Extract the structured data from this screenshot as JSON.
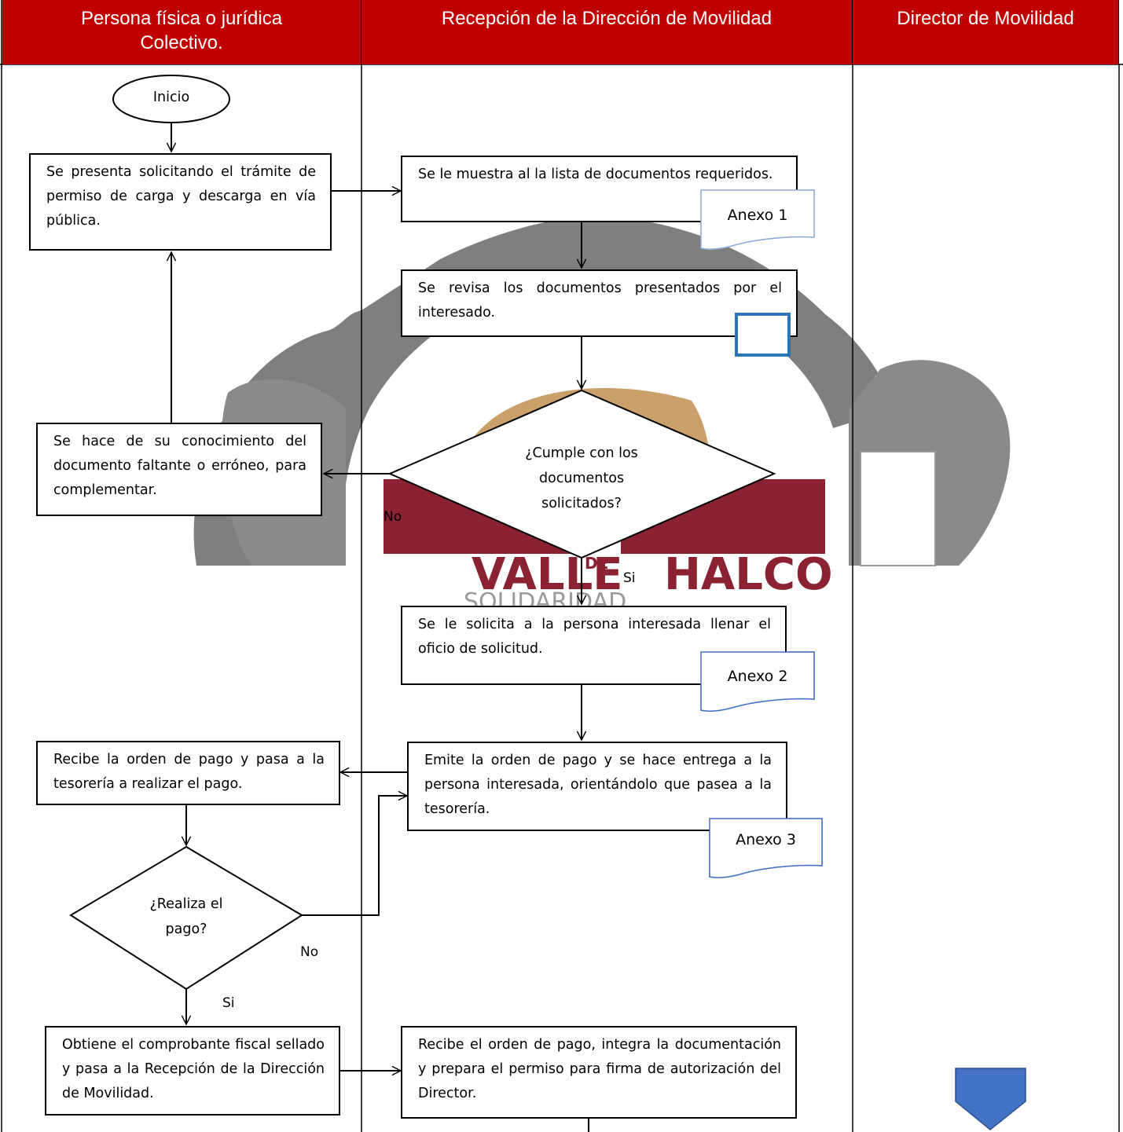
{
  "lanes": [
    {
      "title_lines": [
        "Persona física o jurídica",
        "Colectivo."
      ]
    },
    {
      "title_lines": [
        "Recepción de la Dirección de Movilidad"
      ]
    },
    {
      "title_lines": [
        "Director de Movilidad"
      ]
    }
  ],
  "watermark": {
    "text_main_left": "VALLE",
    "text_de": "DE",
    "text_main_right": "HALCO",
    "text_sub": "SOLIDARIDAD"
  },
  "nodes": {
    "start": "Inicio",
    "present": "Se presenta solicitando el trámite de permiso de carga y descarga en vía pública.",
    "show_list": "Se le muestra al  la lista de documentos requeridos.",
    "annex1": "Anexo 1",
    "review": "Se revisa los documentos presentados por el interesado.",
    "decision1": [
      "¿Cumple con los",
      "documentos",
      "solicitados?"
    ],
    "inform_missing": "Se hace de su conocimiento del documento faltante o erróneo, para complementar.",
    "request_form": "Se le solicita a la persona interesada llenar el oficio de solicitud.",
    "annex2": "Anexo 2",
    "receive_order": "Recibe la orden de pago y pasa a la tesorería a realizar el pago.",
    "issue_order": "Emite la orden de pago y se hace entrega a la persona interesada, orientándolo que pasea a la tesorería.",
    "annex3": "Anexo 3",
    "decision2": [
      "¿Realiza el",
      "pago?"
    ],
    "get_receipt": "Obtiene el comprobante fiscal sellado y pasa a la Recepción de la Dirección de Movilidad.",
    "integrate": "Recibe el orden de pago, integra la documentación y prepara el permiso para firma de autorización del Director."
  },
  "branch_labels": {
    "no1": "No",
    "si1": "Si",
    "no2": "No",
    "si2": "Si"
  },
  "colors": {
    "header": "#c00000",
    "doc_shape_border": "#8eaadb",
    "connector_blue": "#4472c4",
    "offpage_fill": "#4472c4",
    "watermark_gray": "#7f7f7f",
    "watermark_red": "#8b2232",
    "watermark_tan": "#c9a06a"
  }
}
